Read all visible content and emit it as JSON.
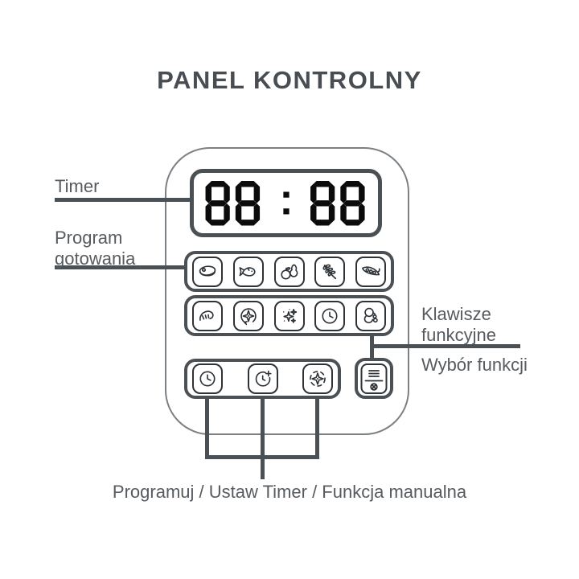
{
  "title": "PANEL KONTROLNY",
  "display": {
    "value": "88:88",
    "digits": [
      "8",
      "8",
      "8",
      "8"
    ]
  },
  "annotations": {
    "timer": "Timer",
    "cooking_program": "Program gotowania",
    "function_keys": "Klawisze funkcyjne",
    "function_select": "Wybór funkcji",
    "bottom_caption": "Programuj / Ustaw Timer / Funkcja manualna"
  },
  "program_buttons": [
    "steak-icon",
    "fish-icon",
    "fruit-icon",
    "grain-icon",
    "peas-icon"
  ],
  "function_key_buttons": [
    "croissant-icon",
    "mix-icon",
    "sparkles-icon",
    "clock-icon",
    "baby-icon"
  ],
  "manual_buttons": [
    "clock-icon",
    "timer-plus-icon",
    "blend-icon"
  ],
  "function_select_button": {
    "icon": "menu-cancel-icon"
  },
  "colors": {
    "line": "#4b5055",
    "panel_outline": "#7b8084",
    "label_text": "#565b60",
    "title_text": "#474d52",
    "icon_stroke": "#2d3236",
    "digit_fill": "#0b0b0b",
    "background": "#ffffff"
  }
}
